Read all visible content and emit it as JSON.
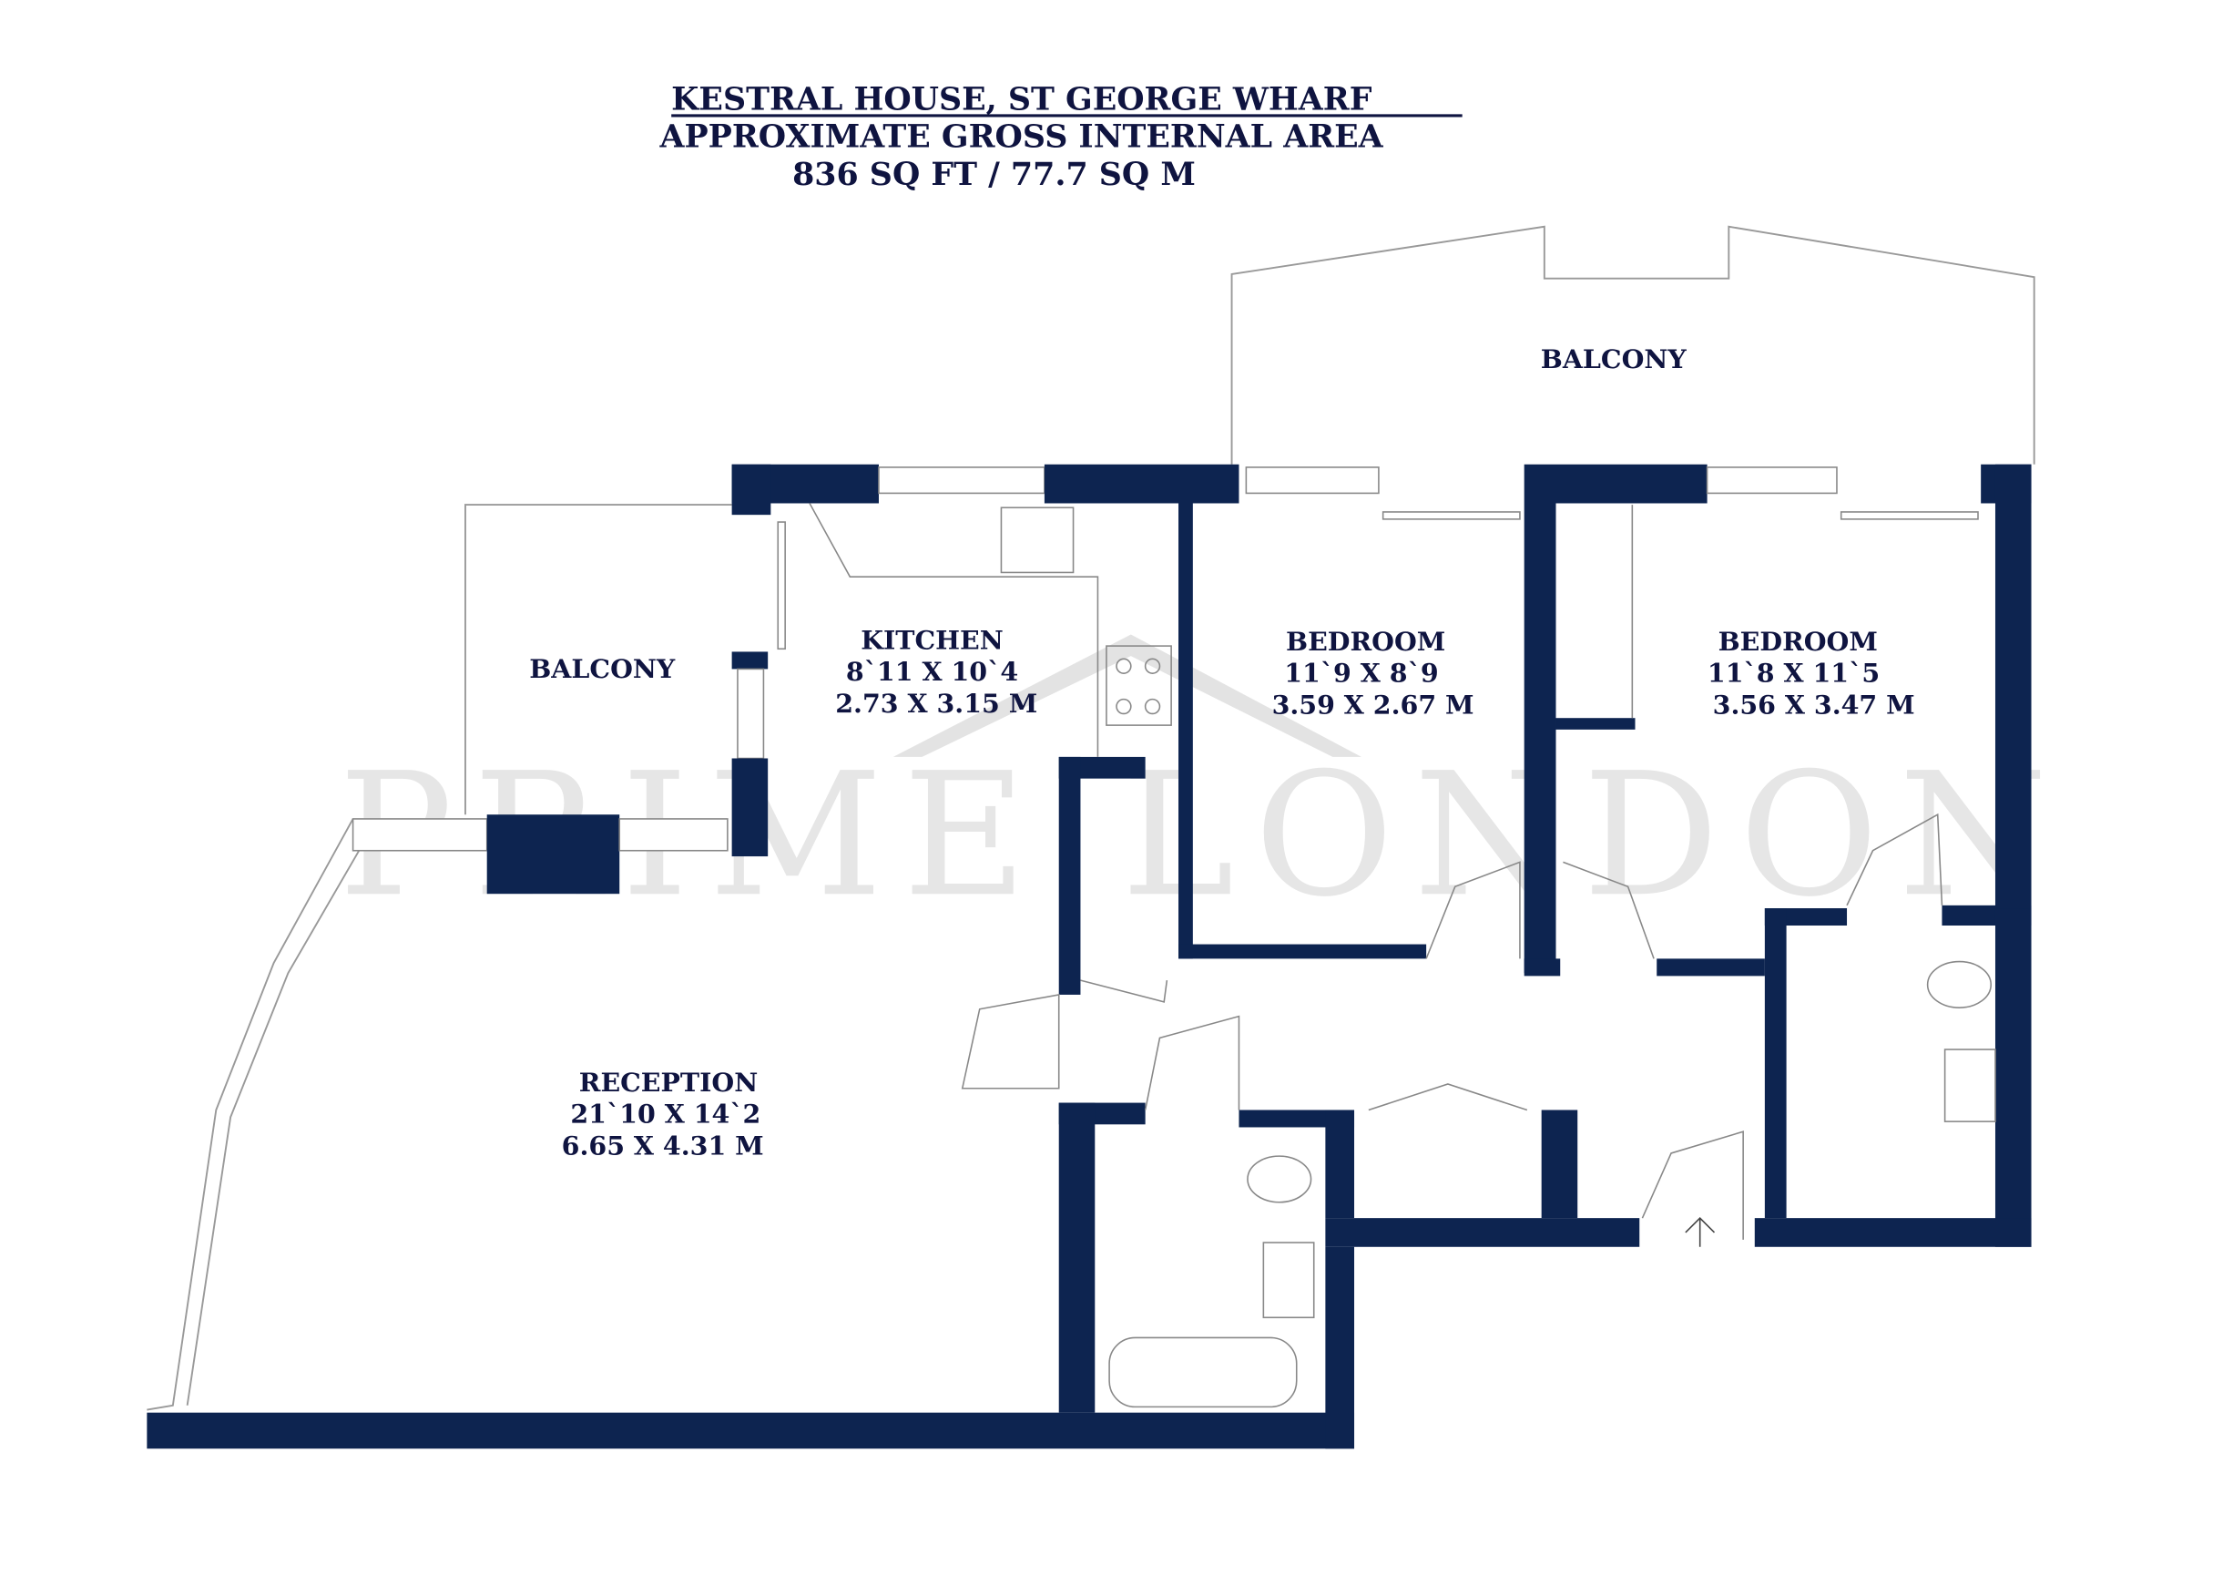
{
  "header": {
    "title": "KESTRAL HOUSE, ST GEORGE WHARF",
    "subtitle": "APPROXIMATE GROSS INTERNAL AREA",
    "area": "836 SQ FT / 77.7 SQ M"
  },
  "watermark": "PRIME LONDON",
  "rooms": [
    {
      "name": "BALCONY"
    },
    {
      "name": "BALCONY"
    },
    {
      "name": "KITCHEN",
      "imperial": "8`11 X 10`4",
      "metric": "2.73 X 3.15 M"
    },
    {
      "name": "BEDROOM",
      "imperial": "11`9 X 8`9",
      "metric": "3.59 X 2.67 M"
    },
    {
      "name": "BEDROOM",
      "imperial": "11`8 X 11`5",
      "metric": "3.56 X 3.47 M"
    },
    {
      "name": "RECEPTION",
      "imperial": "21`10 X 14`2",
      "metric": "6.65 X 4.31 M"
    }
  ],
  "colors": {
    "wall": "#0d2450",
    "text": "#0f1440"
  }
}
